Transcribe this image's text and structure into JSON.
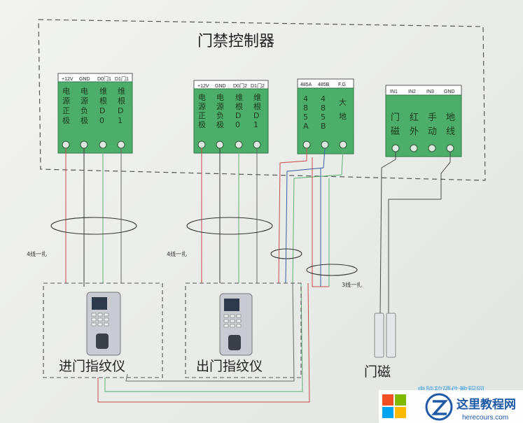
{
  "controller": {
    "title": "门禁控制器",
    "blocks": [
      {
        "terminals": [
          "+12V",
          "GND",
          "D0门1",
          "D1门1"
        ],
        "labels": [
          [
            "电",
            "源",
            "正",
            "极"
          ],
          [
            "电",
            "源",
            "负",
            "极"
          ],
          [
            "维",
            "根",
            "D",
            "0"
          ],
          [
            "维",
            "根",
            "D",
            "1"
          ]
        ]
      },
      {
        "terminals": [
          "+12V",
          "GND",
          "D0门2",
          "D1门2"
        ],
        "labels": [
          [
            "电",
            "源",
            "正",
            "极"
          ],
          [
            "电",
            "源",
            "负",
            "极"
          ],
          [
            "维",
            "根",
            "D",
            "0"
          ],
          [
            "维",
            "根",
            "D",
            "1"
          ]
        ]
      },
      {
        "terminals": [
          "485A",
          "485B",
          "F.G"
        ],
        "labels": [
          [
            "4",
            "8",
            "5",
            "A"
          ],
          [
            "4",
            "8",
            "5",
            "B"
          ],
          [
            "大",
            "地"
          ]
        ]
      },
      {
        "terminals": [
          "IN1",
          "IN2",
          "IN3",
          "GND"
        ],
        "labels": [
          [
            "门",
            "磁"
          ],
          [
            "红",
            "外"
          ],
          [
            "手",
            "动"
          ],
          [
            "地",
            "线"
          ]
        ]
      }
    ]
  },
  "notes": [
    "4线一扎",
    "4线一扎",
    "3线一扎"
  ],
  "devices": {
    "entry_reader": "进门指纹仪",
    "exit_reader": "出门指纹仪",
    "door_sensor": "门磁"
  },
  "watermark": {
    "brand": "这里教程网",
    "url": "herecours.com",
    "partial_text": "电脑软硬件教程网"
  },
  "colors": {
    "terminal_green": "#4cae6a",
    "wire_red": "#c94a4a",
    "wire_black": "#3a3a3a",
    "wire_green": "#5fae73",
    "wire_blue": "#3a5fa0"
  }
}
